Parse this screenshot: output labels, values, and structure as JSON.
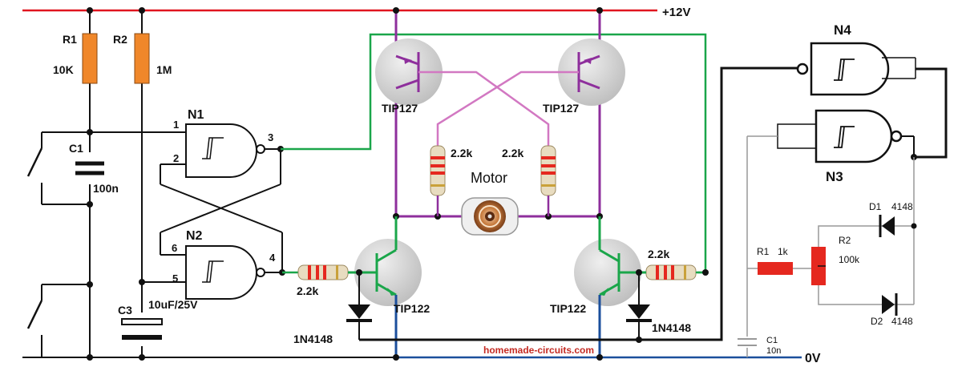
{
  "colors": {
    "supply": "#e0151f",
    "ground": "#1b4f9c",
    "green": "#1aa64a",
    "purple": "#8e2f9c",
    "pink": "#d278c2",
    "black": "#111111",
    "resistor_orange": "#f0872a",
    "resistor_red": "#e5281f",
    "transistor": "#d2d2d2",
    "watermark": "#c42a22"
  },
  "rails": {
    "supply_label": "+12V",
    "ground_label": "0V"
  },
  "resistors": {
    "r1_name": "R1",
    "r1_value": "10K",
    "r2_name": "R2",
    "r2_value": "1M",
    "base_left": "2.2k",
    "base_right": "2.2k",
    "pink_left": "2.2k",
    "pink_right": "2.2k",
    "osc_r1_name": "R1",
    "osc_r1_value": "1k",
    "osc_r2_name": "R2",
    "osc_r2_value": "100k"
  },
  "capacitors": {
    "c1_name": "C1",
    "c1_value": "100n",
    "c3_name": "C3",
    "c3_value": "10uF/25V",
    "osc_c1_name": "C1",
    "osc_c1_value": "10n"
  },
  "gates": {
    "n1": "N1",
    "n2": "N2",
    "n3": "N3",
    "n4": "N4"
  },
  "pins": {
    "p1": "1",
    "p2": "2",
    "p3": "3",
    "p4": "4",
    "p5": "5",
    "p6": "6"
  },
  "transistors": {
    "q_top_left": "TIP127",
    "q_top_right": "TIP127",
    "q_bottom_left": "TIP122",
    "q_bottom_right": "TIP122"
  },
  "diodes": {
    "left": "1N4148",
    "right": "1N4148",
    "d1_name": "D1",
    "d1_value": "4148",
    "d2_name": "D2",
    "d2_value": "4148"
  },
  "motor_label": "Motor",
  "watermark": "homemade-circuits.com"
}
